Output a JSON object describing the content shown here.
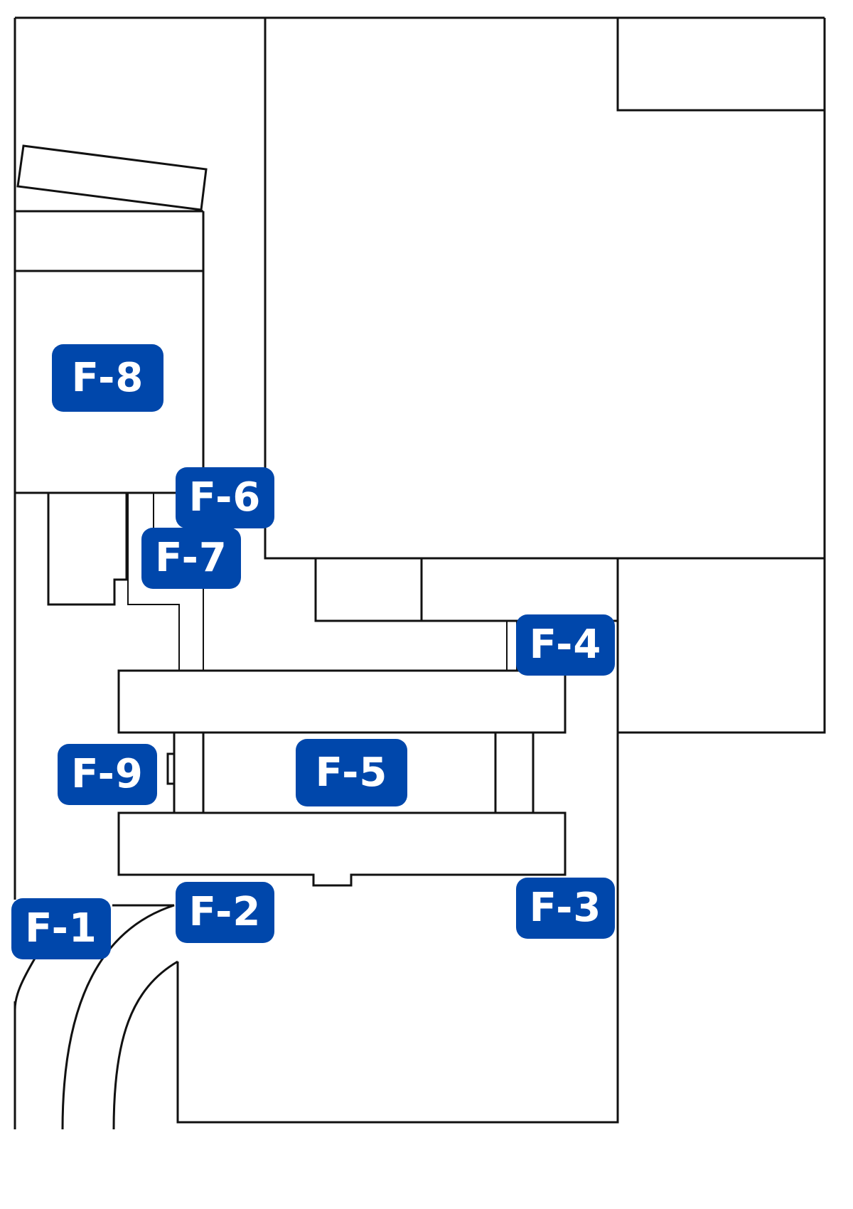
{
  "colors": {
    "badge_background": "#0047AB",
    "badge_text": "#FFFFFF",
    "line": "#111111",
    "background": "#FFFFFF"
  },
  "labels": {
    "f1": "F-1",
    "f2": "F-2",
    "f3": "F-3",
    "f4": "F-4",
    "f5": "F-5",
    "f6": "F-6",
    "f7": "F-7",
    "f8": "F-8",
    "f9": "F-9"
  }
}
